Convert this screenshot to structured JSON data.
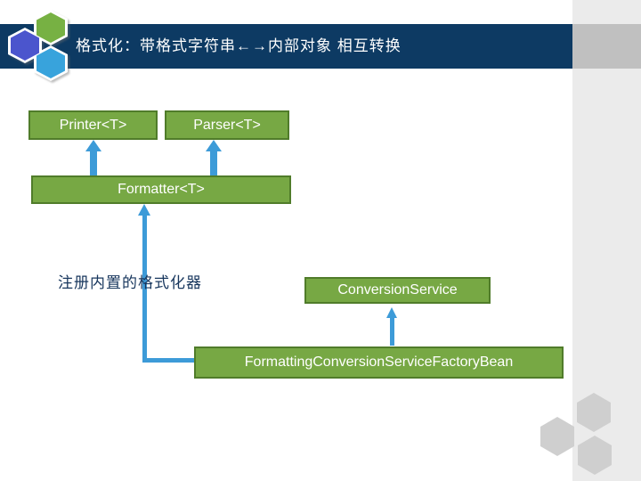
{
  "header": {
    "title": "格式化：带格式字符串←→内部对象 相互转换"
  },
  "diagram": {
    "boxes": {
      "printer": "Printer<T>",
      "parser": "Parser<T>",
      "formatter": "Formatter<T>",
      "conversion_service": "ConversionService",
      "factory_bean": "FormattingConversionServiceFactoryBean"
    },
    "annotation": "注册内置的格式化器"
  },
  "icons": {
    "logo": "hexagon-cluster-logo",
    "decor": "gray-hexagon-cluster"
  },
  "colors": {
    "header_bar": "#0d3a63",
    "header_title_text": "#ffffff",
    "box_fill": "#77a844",
    "box_border": "#507c2a",
    "box_text": "#ffffff",
    "arrow_blue": "#3d9bd8",
    "annotation_text": "#17365d",
    "side_strip": "#ebebeb",
    "header_strip_block": "#c0c0c0",
    "gray_hexagon": "#cfcfcf",
    "logo_green": "#77b143",
    "logo_purple": "#4b55cd",
    "logo_blue": "#38a3dc"
  }
}
